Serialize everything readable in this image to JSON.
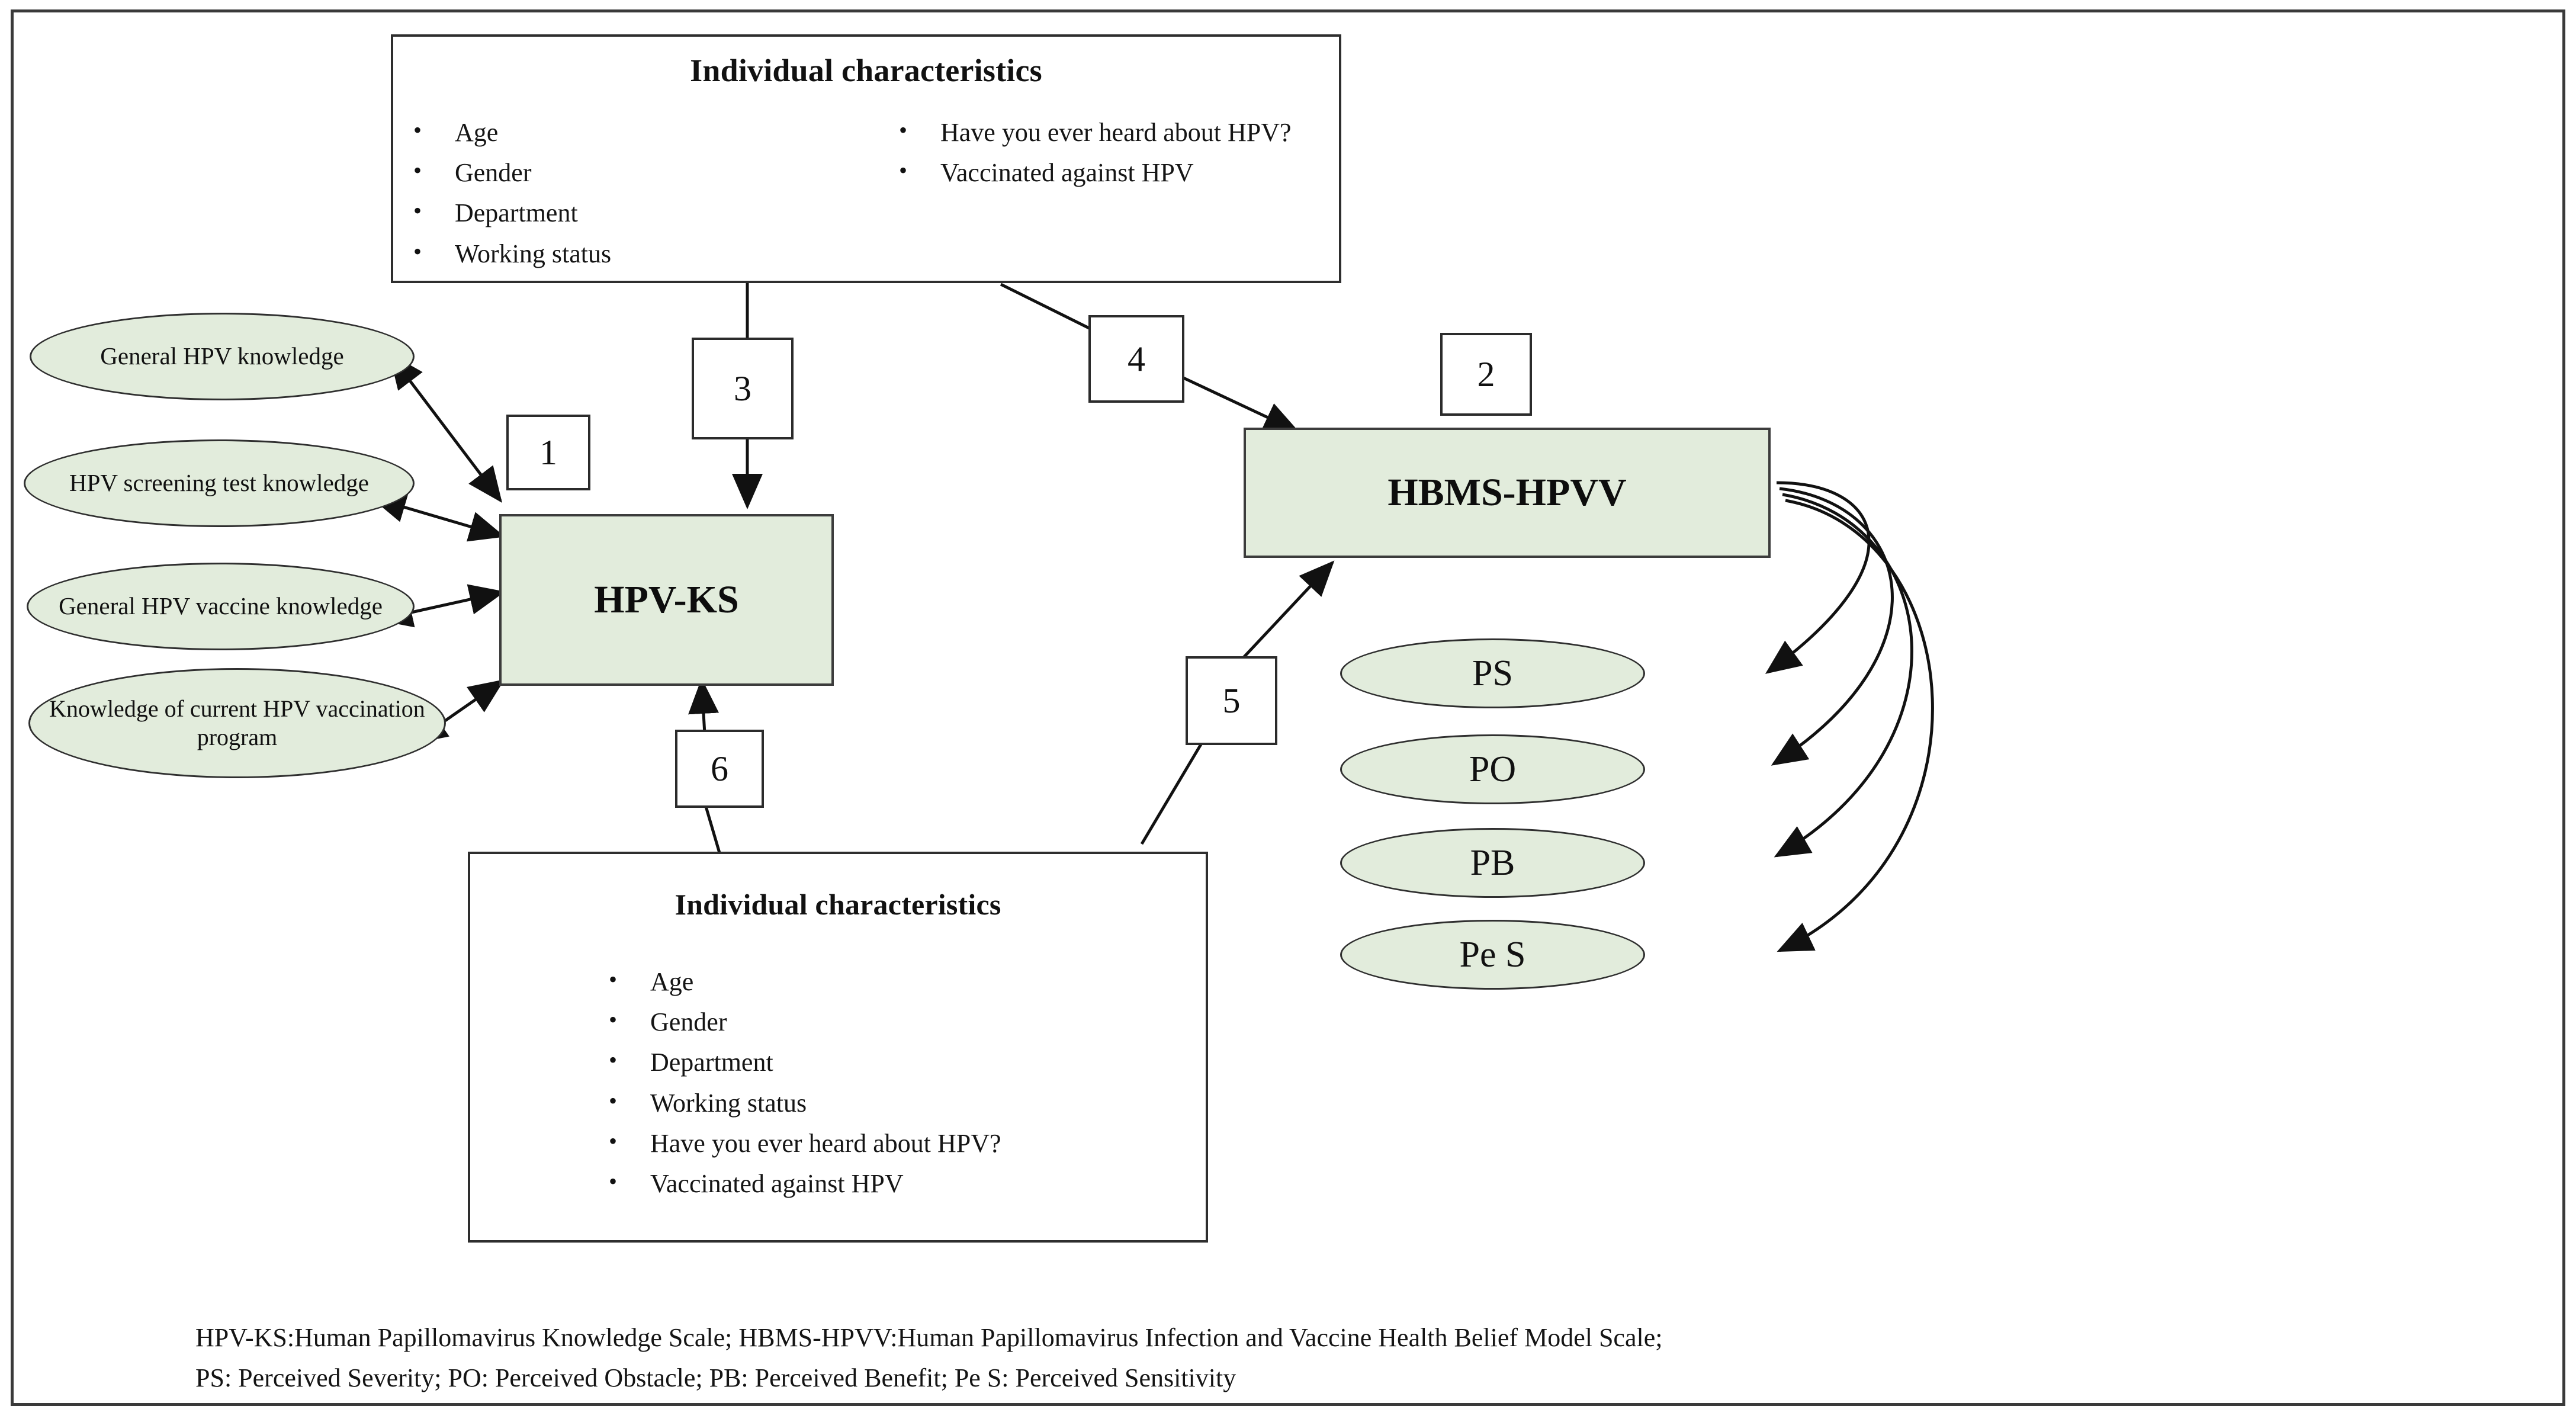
{
  "figure": {
    "frame_color": "#3a3a3a",
    "node_fill": "#e2ecdc",
    "node_stroke": "#2f2f2f"
  },
  "top_characteristics": {
    "title": "Individual characteristics",
    "column_left": [
      "Age",
      "Gender",
      "Department",
      "Working status"
    ],
    "column_right": [
      "Have you ever heard about HPV?",
      "Vaccinated against HPV"
    ]
  },
  "bottom_characteristics": {
    "title": "Individual characteristics",
    "items": [
      "Age",
      "Gender",
      "Department",
      "Working status",
      "Have you ever heard about HPV?",
      "Vaccinated against HPV"
    ]
  },
  "constructs": {
    "hpv_ks": "HPV-KS",
    "hbms_hpvv": "HBMS-HPVV"
  },
  "knowledge_ellipses": [
    "General HPV knowledge",
    "HPV screening test knowledge",
    "General HPV vaccine knowledge",
    "Knowledge of current HPV vaccination program"
  ],
  "belief_ellipses": [
    "PS",
    "PO",
    "PB",
    "Pe S"
  ],
  "path_numbers": {
    "n1": "1",
    "n2": "2",
    "n3": "3",
    "n4": "4",
    "n5": "5",
    "n6": "6"
  },
  "legend": {
    "line1": "HPV-KS:Human Papillomavirus Knowledge Scale; HBMS-HPVV:Human Papillomavirus Infection and Vaccine Health Belief Model Scale;",
    "line2": "PS: Perceived Severity; PO: Perceived Obstacle; PB: Perceived Benefit; Pe S: Perceived Sensitivity"
  }
}
